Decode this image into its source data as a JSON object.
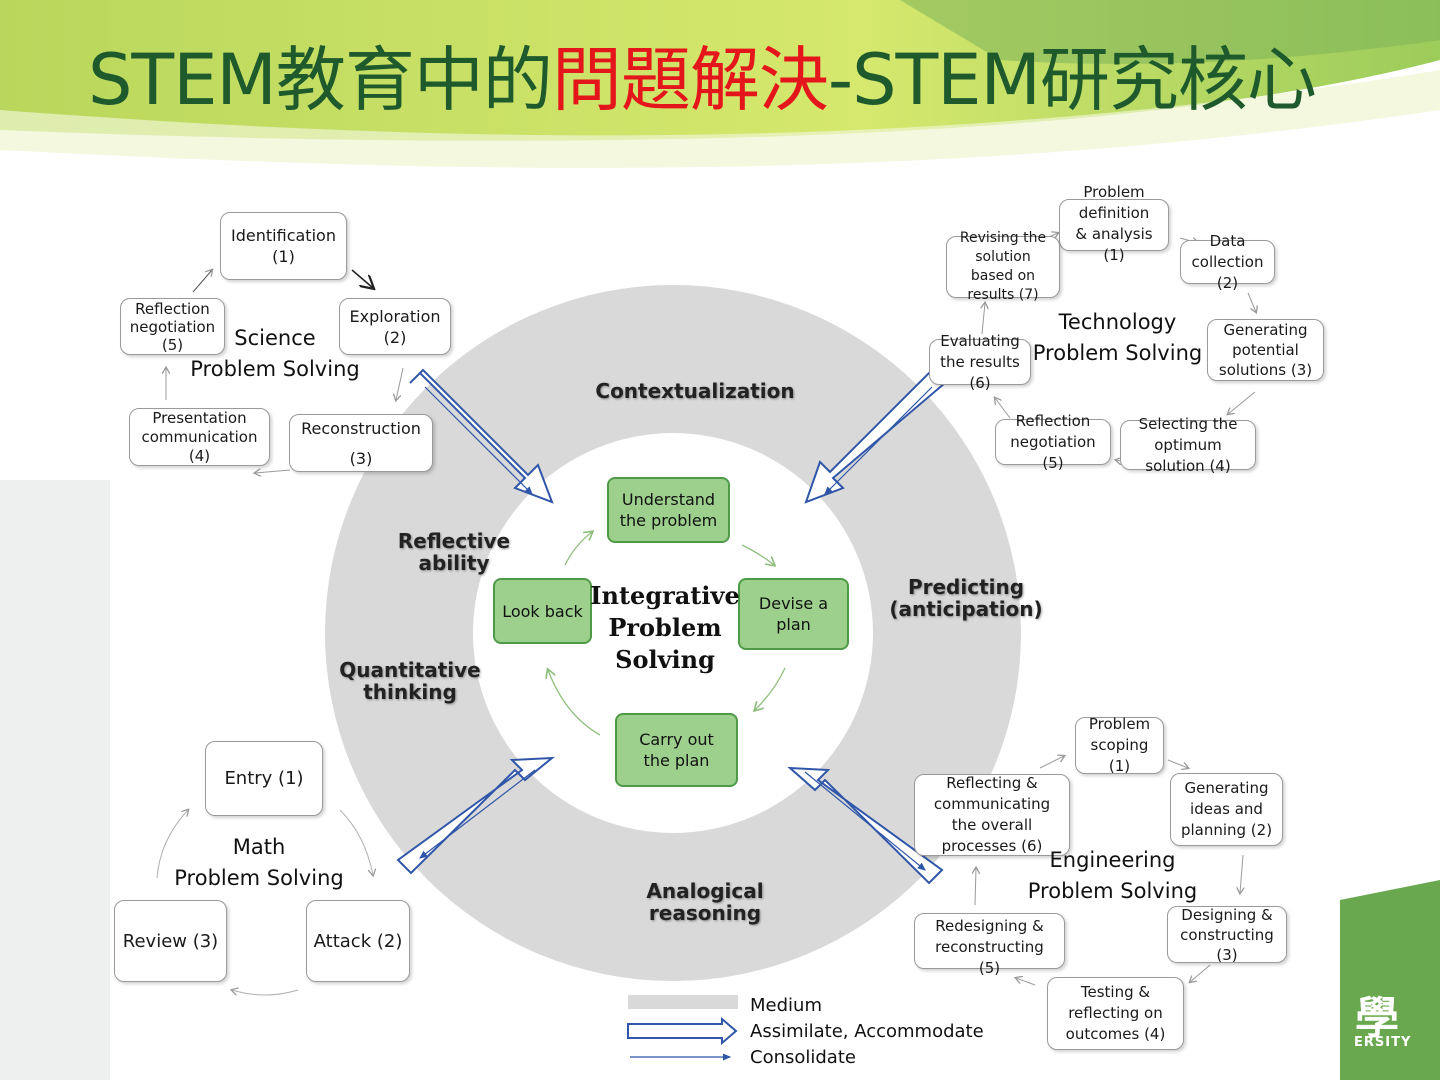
{
  "title": {
    "part1": "STEM教育中的",
    "part2": "問題解決",
    "part3": "-STEM研究核心"
  },
  "colors": {
    "title": "#1e5a2c",
    "highlight": "#e5161b",
    "ring": "#d9d9d9",
    "inner_box": "#9cd08c",
    "arrow": "#2f56a8"
  },
  "center": {
    "label": "Integrative\nProblem\nSolving"
  },
  "inner_cycle": {
    "understand": "Understand\nthe problem",
    "devise": "Devise a\nplan",
    "carry": "Carry out\nthe plan",
    "look": "Look back"
  },
  "ring_labels": {
    "contextualization": "Contextualization",
    "predicting": "Predicting\n(anticipation)",
    "analogical": "Analogical\nreasoning",
    "quantitative": "Quantitative\nthinking",
    "reflective": "Reflective\nability"
  },
  "science": {
    "label": "Science\nProblem Solving",
    "steps": {
      "s1": "Identification\n(1)",
      "s2": "Exploration\n(2)",
      "s3": "Reconstruction\n\n(3)",
      "s4": "Presentation\ncommunication\n(4)",
      "s5": "Reflection\nnegotiation\n(5)"
    }
  },
  "technology": {
    "label": "Technology\nProblem Solving",
    "steps": {
      "t1": "Problem\ndefinition\n& analysis\n(1)",
      "t2": "Data\ncollection\n(2)",
      "t3": "Generating\npotential\nsolutions (3)",
      "t4": "Selecting the\noptimum\nsolution (4)",
      "t5": "Reflection\nnegotiation\n(5)",
      "t6": "Evaluating\nthe results\n(6)",
      "t7": "Revising the\nsolution\nbased on\nresults (7)"
    }
  },
  "math": {
    "label": "Math\nProblem Solving",
    "steps": {
      "m1": "Entry (1)",
      "m2": "Attack (2)",
      "m3": "Review (3)"
    }
  },
  "engineering": {
    "label": "Engineering\nProblem Solving",
    "steps": {
      "e1": "Problem\nscoping\n(1)",
      "e2": "Generating\nideas and\nplanning (2)",
      "e3": "Designing &\nconstructing\n(3)",
      "e4": "Testing &\nreflecting on\noutcomes (4)",
      "e5": "Redesigning &\nreconstructing\n(5)",
      "e6": "Reflecting &\ncommunicating\nthe overall\nprocesses (6)"
    }
  },
  "legend": {
    "medium": "Medium",
    "assimilate": "Assimilate, Accommodate",
    "consolidate": "Consolidate"
  },
  "logo": {
    "char": "學",
    "text": "ERSITY"
  }
}
